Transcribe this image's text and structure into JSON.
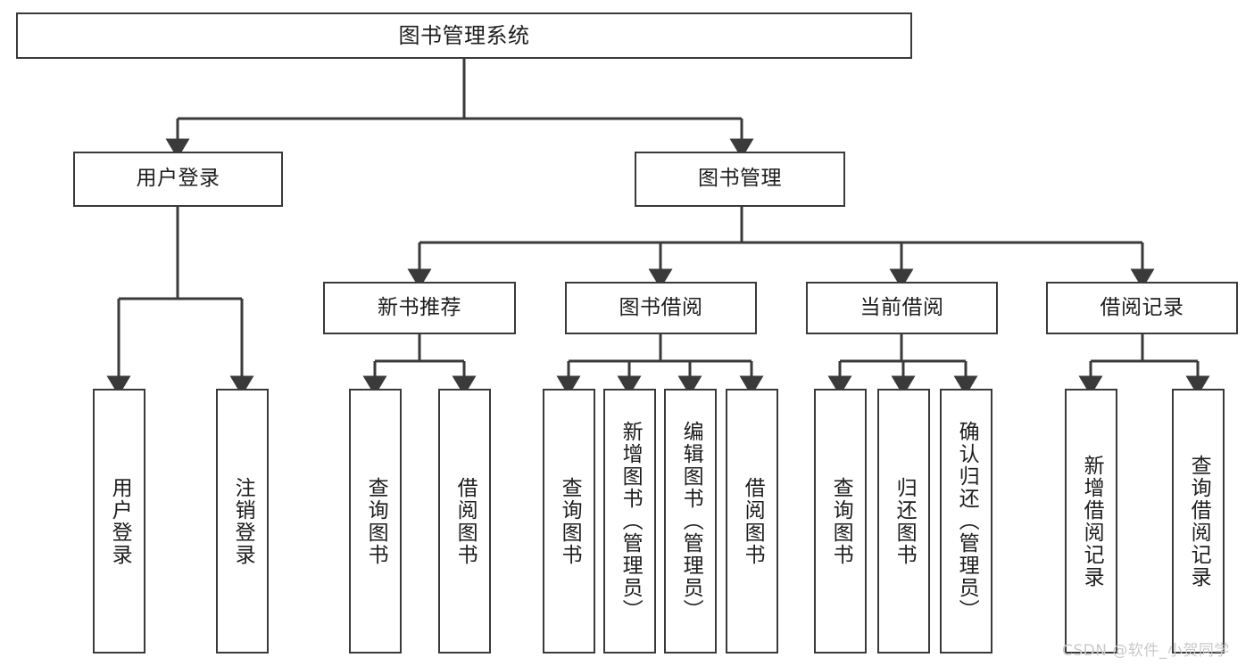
{
  "diagram": {
    "title": "图书管理系统",
    "type": "system-function-tree",
    "background_color": "#ffffff",
    "line_color": "#3a3a3a",
    "text_color": "#1d1d1d",
    "watermark": "CSDN @软件_小贺同学",
    "watermark_color": "#c9c9c9"
  },
  "nodes": {
    "root": {
      "label": "图书管理系统"
    },
    "level2": [
      {
        "id": "user-login",
        "label": "用户登录"
      },
      {
        "id": "book-manage",
        "label": "图书管理"
      }
    ],
    "level3": [
      {
        "id": "new-book-recommend",
        "label": "新书推荐"
      },
      {
        "id": "book-borrow",
        "label": "图书借阅"
      },
      {
        "id": "current-borrow",
        "label": "当前借阅"
      },
      {
        "id": "borrow-record",
        "label": "借阅记录"
      }
    ],
    "leaves": {
      "user_login": [
        {
          "id": "leaf-user-login",
          "label": "用户登录"
        },
        {
          "id": "leaf-logout-login",
          "label": "注销登录"
        }
      ],
      "new_book_recommend": [
        {
          "id": "leaf-query-book-1",
          "label": "查询图书"
        },
        {
          "id": "leaf-borrow-book-1",
          "label": "借阅图书"
        }
      ],
      "book_borrow": [
        {
          "id": "leaf-query-book-2",
          "label": "查询图书"
        },
        {
          "id": "leaf-add-book",
          "label": "新增图书（管理员）"
        },
        {
          "id": "leaf-edit-book",
          "label": "编辑图书（管理员）"
        },
        {
          "id": "leaf-borrow-book-2",
          "label": "借阅图书"
        }
      ],
      "current_borrow": [
        {
          "id": "leaf-query-book-3",
          "label": "查询图书"
        },
        {
          "id": "leaf-return-book",
          "label": "归还图书"
        },
        {
          "id": "leaf-confirm-return",
          "label": "确认归还（管理员）"
        }
      ],
      "borrow_record": [
        {
          "id": "leaf-add-record",
          "label": "新增借阅记录"
        },
        {
          "id": "leaf-query-record",
          "label": "查询借阅记录"
        }
      ]
    }
  }
}
